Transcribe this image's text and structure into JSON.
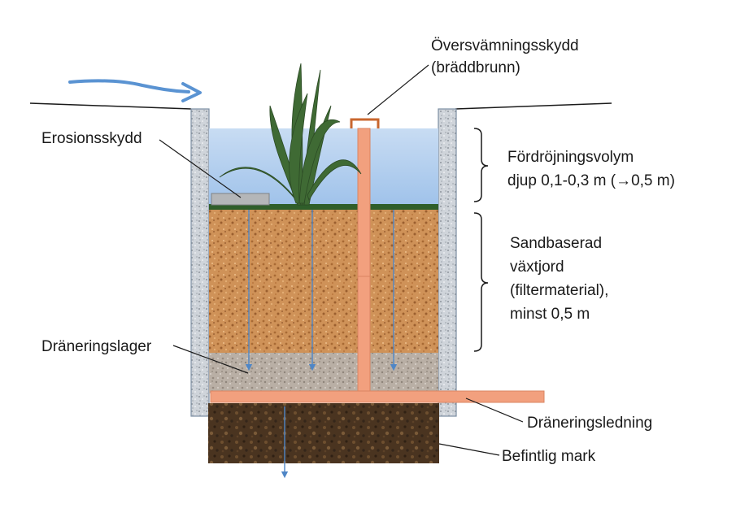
{
  "labels": {
    "overflow": [
      "Översvämningsskydd",
      "(bräddbrunn)"
    ],
    "erosion": "Erosionsskydd",
    "retention": [
      "Fördröjningsvolym",
      "djup 0,1-0,3 m (→0,5 m)"
    ],
    "filter": [
      "Sandbaserad",
      "växtjord",
      "(filtermaterial),",
      "minst 0,5 m"
    ],
    "drainage_layer": "Dräneringslager",
    "drainage_pipe": "Dräneringsledning",
    "existing_ground": "Befintlig mark"
  },
  "colors": {
    "water": "#b4d0ef",
    "soil": "#cf9258",
    "gravel": "#b8aea3",
    "native_soil": "#4a3420",
    "pipe": "#f2a07e",
    "wall": "#c9cfd6",
    "plant": "#3f6a34",
    "flow_arrow": "#5a93d2"
  }
}
